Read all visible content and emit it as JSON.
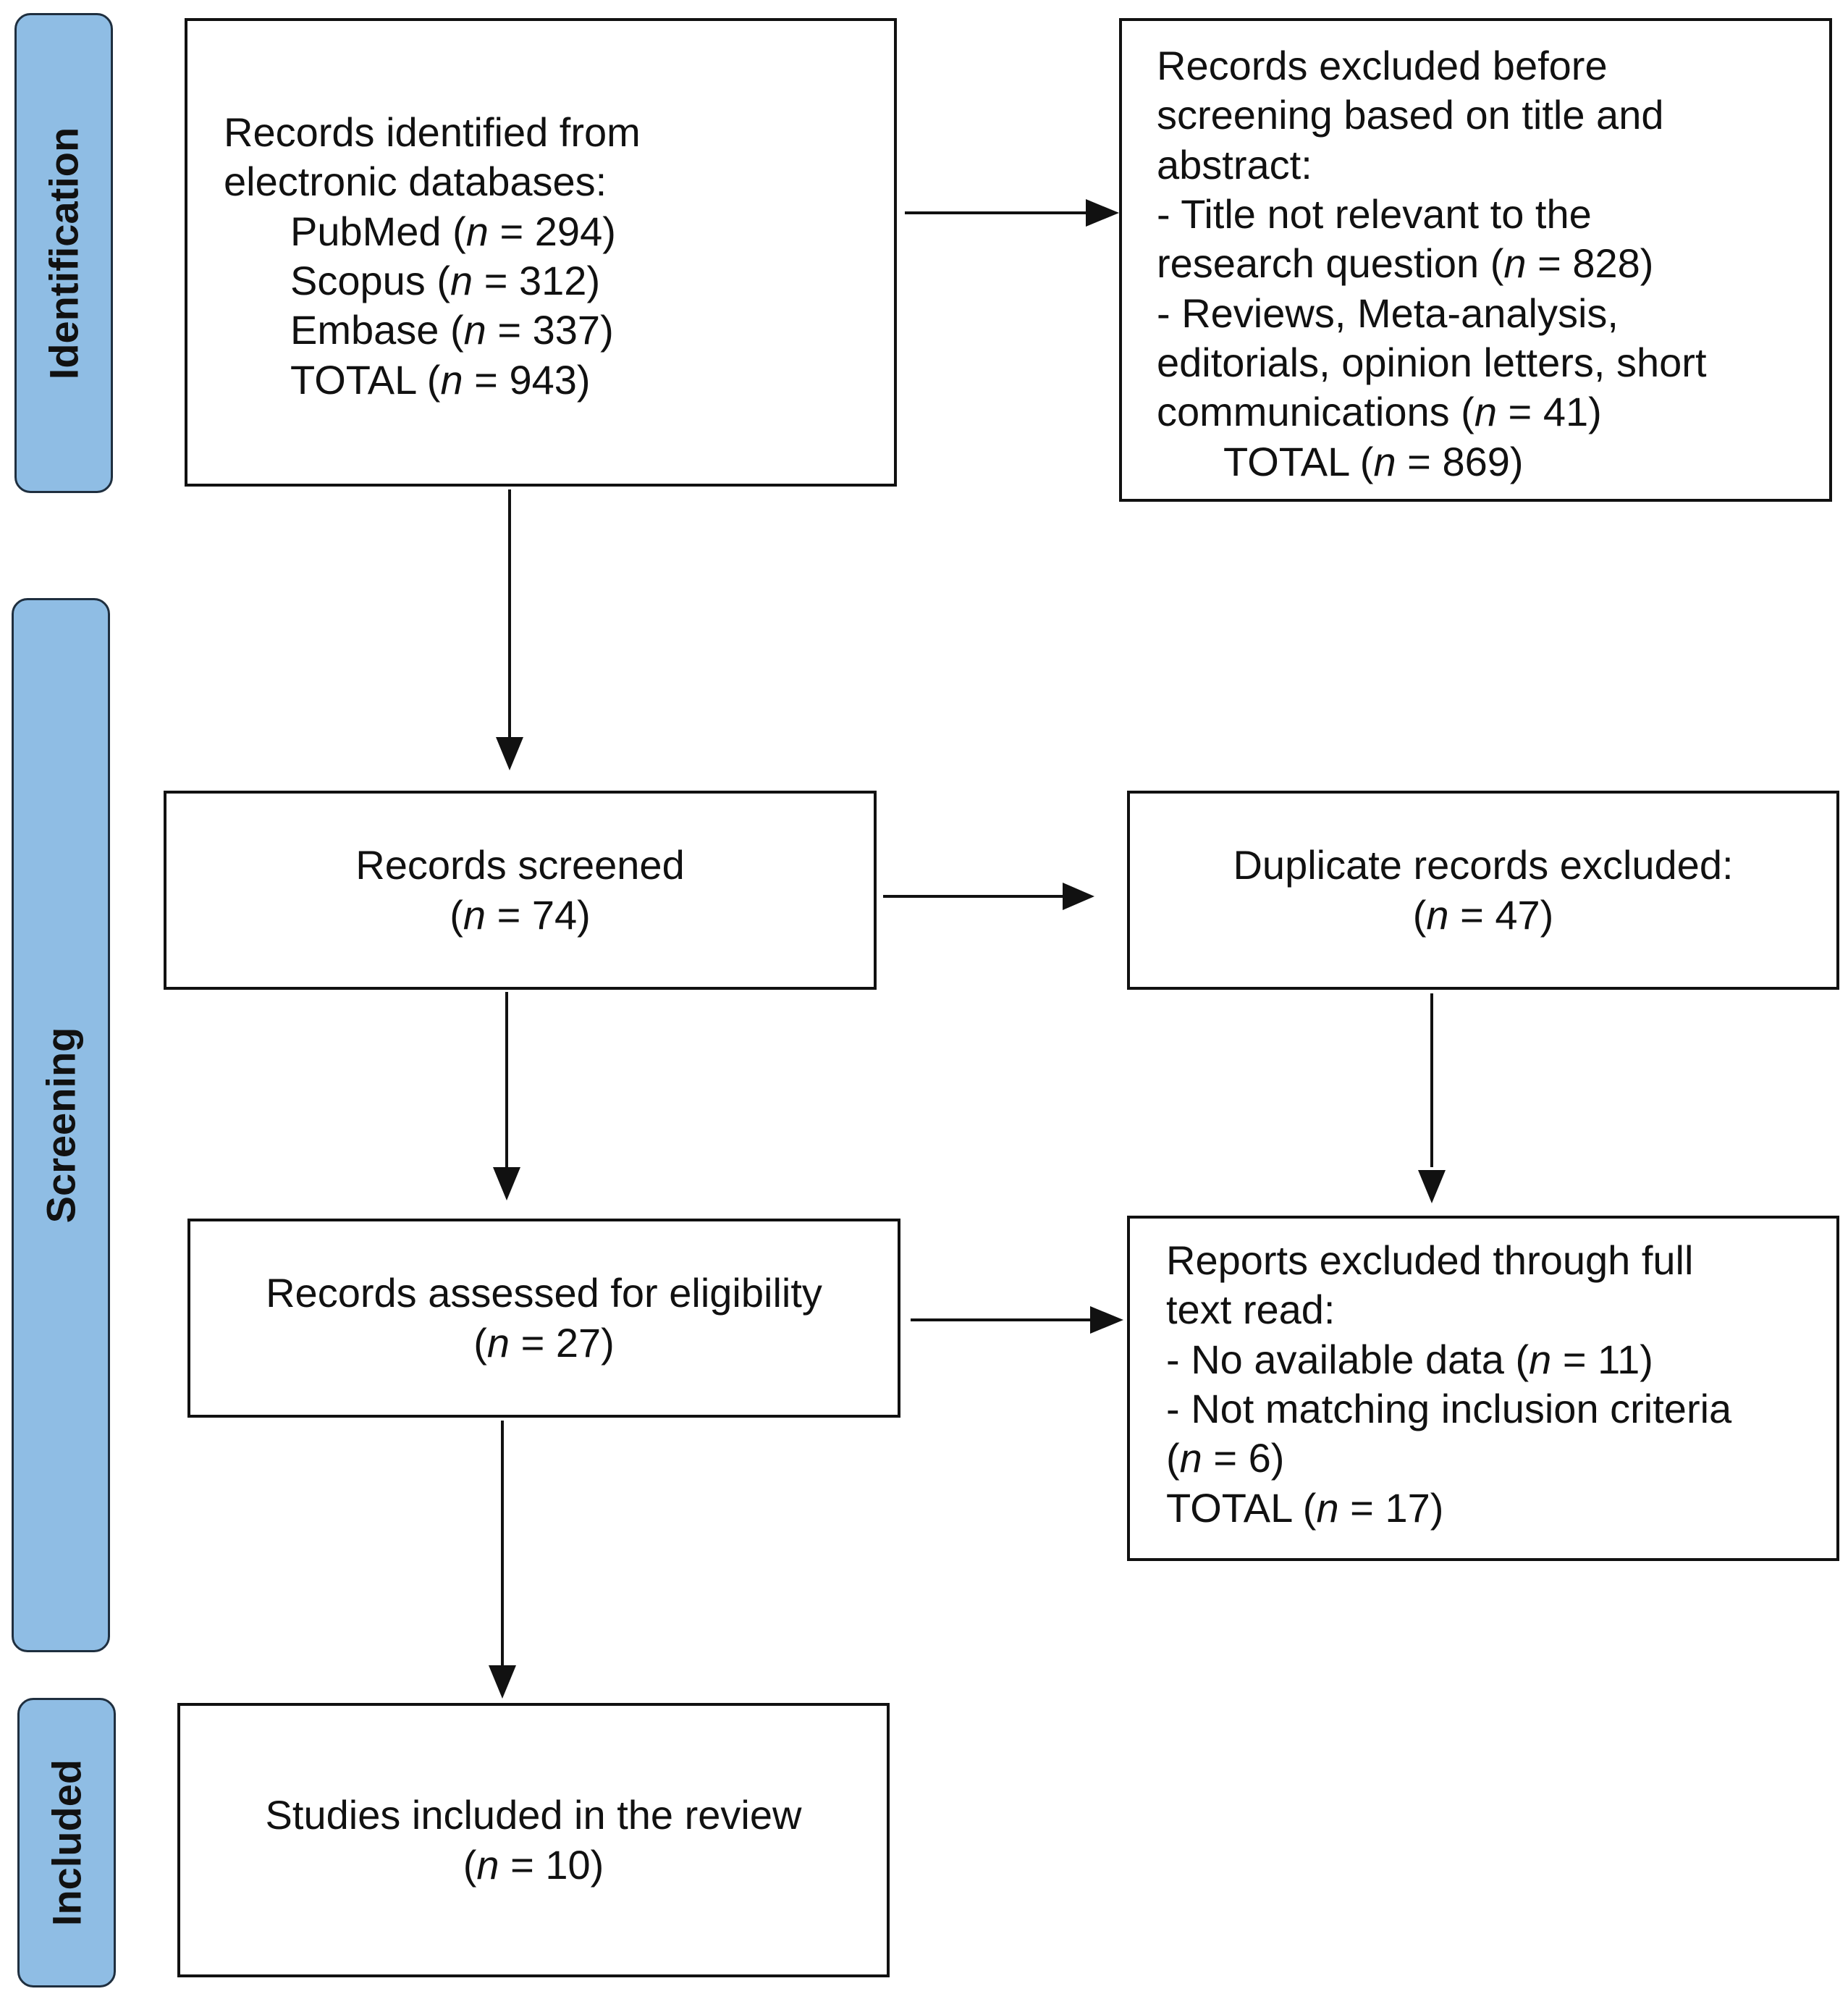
{
  "phases": {
    "identification": "Identification",
    "screening": "Screening",
    "included": "Included"
  },
  "identified": {
    "heading_1": "Records identified from",
    "heading_2": "electronic databases:",
    "sources": [
      {
        "name": "PubMed",
        "n": "294"
      },
      {
        "name": "Scopus",
        "n": "312"
      },
      {
        "name": "Embase",
        "n": "337"
      }
    ],
    "total_label": "TOTAL",
    "total_n": "943"
  },
  "excluded_before": {
    "line_1": "Records excluded before",
    "line_2": "screening based on title and",
    "line_3": "abstract:",
    "item_1_a": "- Title not relevant to the",
    "item_1_b": "research question",
    "item_1_n": "828",
    "item_2_a": "- Reviews, Meta-analysis,",
    "item_2_b": "editorials, opinion letters, short",
    "item_2_c": "communications",
    "item_2_n": "41",
    "total_label": "TOTAL",
    "total_n": "869"
  },
  "screened": {
    "label": "Records screened",
    "n": "74"
  },
  "duplicates": {
    "label": "Duplicate records excluded:",
    "n": "47"
  },
  "assessed": {
    "label": "Records assessed for eligibility",
    "n": "27"
  },
  "excluded_fulltext": {
    "line_1": "Reports excluded through full",
    "line_2": "text read:",
    "item_1": "- No available data",
    "item_1_n": "11",
    "item_2": "- Not matching inclusion criteria",
    "item_2_n": "6",
    "total_label": "TOTAL",
    "total_n": "17"
  },
  "included": {
    "label": "Studies included in the review",
    "n": "10"
  },
  "n_symbol": "n",
  "colors": {
    "phase_fill": "#8fbde4",
    "border": "#111111"
  }
}
